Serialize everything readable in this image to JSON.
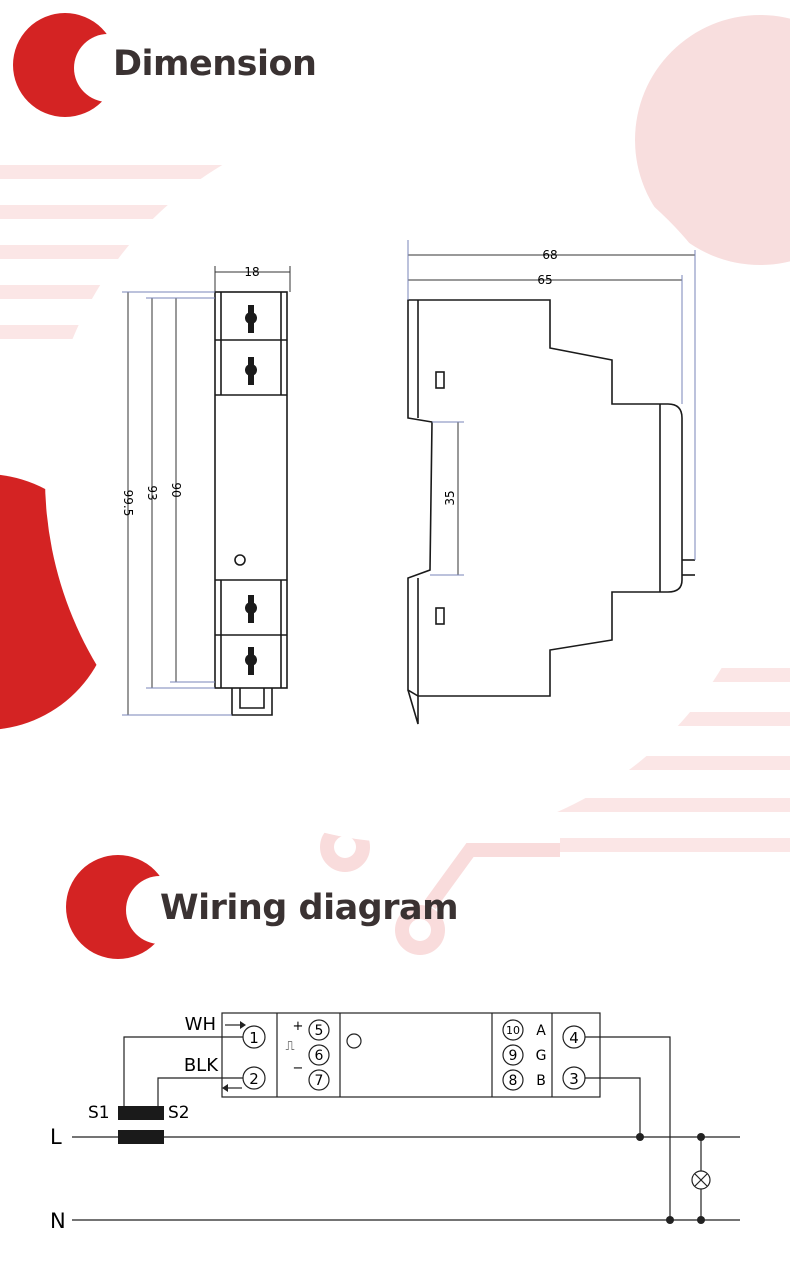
{
  "headings": {
    "dimension": "Dimension",
    "wiring": "Wiring diagram"
  },
  "dimension": {
    "front": {
      "width": "18",
      "h1": "99.5",
      "h2": "93",
      "h3": "90"
    },
    "side": {
      "w1": "68",
      "w2": "65",
      "rail": "35"
    }
  },
  "wiring": {
    "wh": "WH",
    "blk": "BLK",
    "s1": "S1",
    "s2": "S2",
    "line_l": "L",
    "line_n": "N",
    "terminals": {
      "t1": "1",
      "t2": "2",
      "t3": "3",
      "t4": "4",
      "t5": "5",
      "t6": "6",
      "t7": "7",
      "t8": "8",
      "t9": "9",
      "t10": "10"
    },
    "plus": "+",
    "minus": "−",
    "pulse": "⎍",
    "a": "A",
    "g": "G",
    "b": "B"
  },
  "colors": {
    "brand_red": "#d42323",
    "light_pink": "#f9dcdc",
    "line": "#222222"
  }
}
